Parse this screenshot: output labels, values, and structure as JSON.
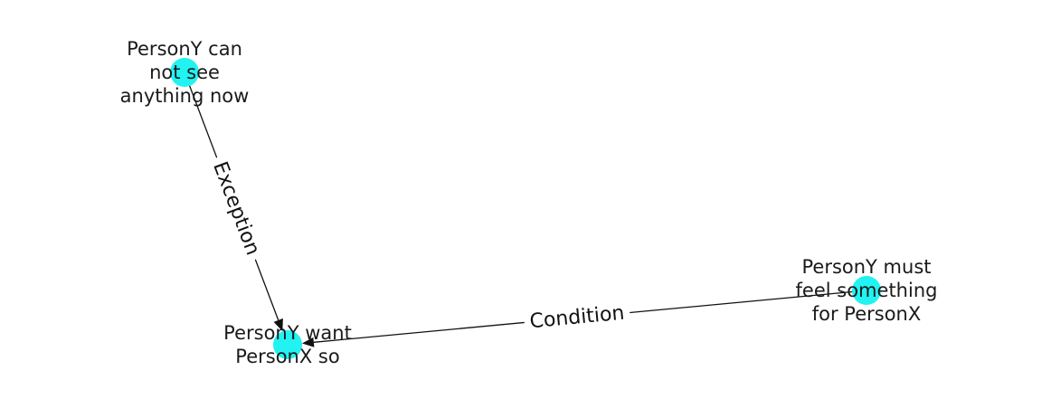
{
  "graph": {
    "node_color": "#22f2f2",
    "edge_color": "#111111",
    "nodes": [
      {
        "id": "n1",
        "label_lines": [
          "PersonY can",
          "not see",
          "anything now"
        ]
      },
      {
        "id": "n2",
        "label_lines": [
          "PersonY want",
          "PersonX so"
        ]
      },
      {
        "id": "n3",
        "label_lines": [
          "PersonY must",
          "feel something",
          "for PersonX"
        ]
      }
    ],
    "edges": [
      {
        "source": "n1",
        "target": "n2",
        "label": "Exception"
      },
      {
        "source": "n3",
        "target": "n2",
        "label": "Condition"
      }
    ]
  }
}
